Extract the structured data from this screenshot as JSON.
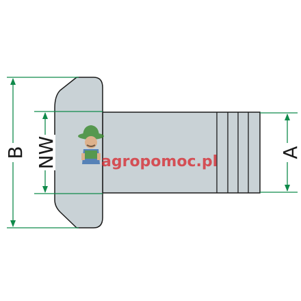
{
  "dimensions": {
    "b_label": "B",
    "nw_label": "NW",
    "a_label": "A"
  },
  "watermark": {
    "text": "agropomoc.pl",
    "mascot_icon": "farmer-mascot-icon"
  },
  "colors": {
    "part_fill": "#c9d2d6",
    "outline": "#1a1a1a",
    "dimension_line": "#0f8a4a",
    "watermark_red": "#d8242a",
    "mascot_green": "#3a8a2e"
  }
}
